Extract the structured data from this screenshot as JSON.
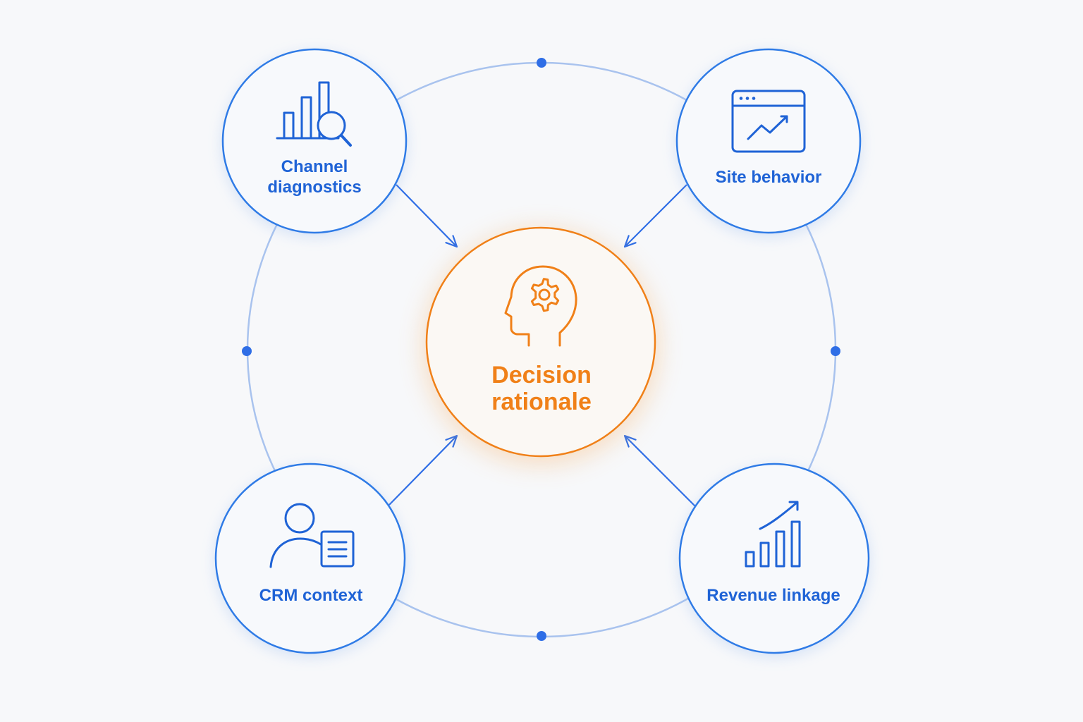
{
  "diagram": {
    "center": {
      "label_line1": "Decision",
      "label_line2": "rationale",
      "icon": "head-gear-icon",
      "color": "#f08018"
    },
    "nodes": [
      {
        "id": "channel",
        "label_line1": "Channel",
        "label_line2": "diagnostics",
        "icon": "bar-chart-magnifier-icon"
      },
      {
        "id": "site",
        "label": "Site behavior",
        "icon": "browser-trend-icon"
      },
      {
        "id": "crm",
        "label": "CRM context",
        "icon": "person-document-icon"
      },
      {
        "id": "revenue",
        "label": "Revenue linkage",
        "icon": "growth-bars-icon"
      }
    ],
    "colors": {
      "node_stroke": "#2f7be6",
      "node_text": "#1f63d6",
      "ring": "#a9c3ee",
      "dot": "#2f6ee6",
      "background": "#f7f8fa"
    }
  }
}
